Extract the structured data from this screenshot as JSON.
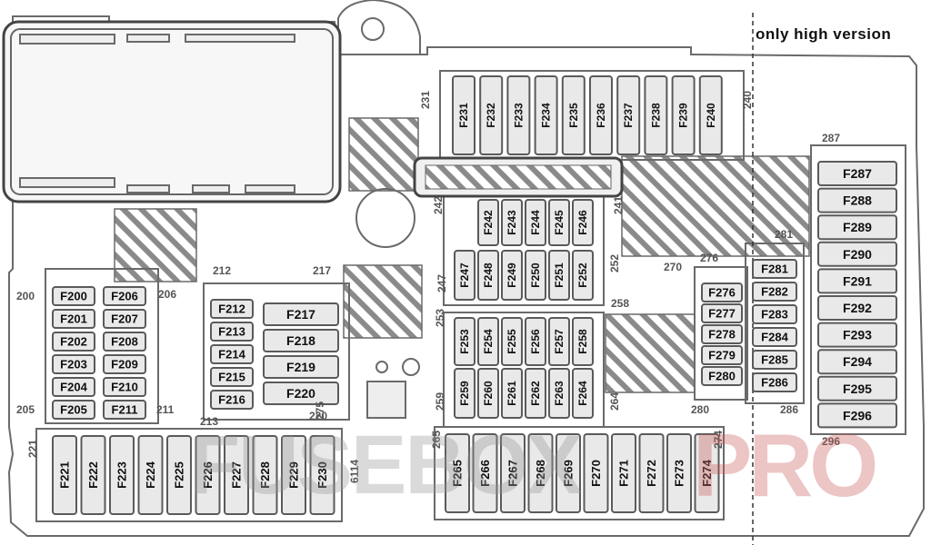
{
  "note": "only high version",
  "watermark": {
    "part1": "FUSEBOX",
    "part2": "PRO"
  },
  "colors": {
    "fuse_fill": "#e9e9e9",
    "outline": "#5a5a5a",
    "accent": "#c85a5a"
  },
  "fuse_groups": [
    {
      "id": "f231-240",
      "orient": "v",
      "labels": [
        "F231",
        "F232",
        "F233",
        "F234",
        "F235",
        "F236",
        "F237",
        "F238",
        "F239",
        "F240"
      ]
    },
    {
      "id": "f242-246",
      "orient": "v",
      "labels": [
        "F242",
        "F243",
        "F244",
        "F245",
        "F246"
      ]
    },
    {
      "id": "f247-252",
      "orient": "v",
      "labels": [
        "F247",
        "F248",
        "F249",
        "F250",
        "F251",
        "F252"
      ]
    },
    {
      "id": "f253-258",
      "orient": "v",
      "labels": [
        "F253",
        "F254",
        "F255",
        "F256",
        "F257",
        "F258"
      ]
    },
    {
      "id": "f259-264",
      "orient": "v",
      "labels": [
        "F259",
        "F260",
        "F261",
        "F262",
        "F263",
        "F264"
      ]
    },
    {
      "id": "f221-230",
      "orient": "v",
      "labels": [
        "F221",
        "F222",
        "F223",
        "F224",
        "F225",
        "F226",
        "F227",
        "F228",
        "F229",
        "F230"
      ]
    },
    {
      "id": "f265-274",
      "orient": "v",
      "labels": [
        "F265",
        "F266",
        "F267",
        "F268",
        "F269",
        "F270",
        "F271",
        "F272",
        "F273",
        "F274"
      ]
    },
    {
      "id": "f200-205",
      "orient": "h",
      "labels": [
        "F200",
        "F201",
        "F202",
        "F203",
        "F204",
        "F205"
      ]
    },
    {
      "id": "f206-211",
      "orient": "h",
      "labels": [
        "F206",
        "F207",
        "F208",
        "F209",
        "F210",
        "F211"
      ]
    },
    {
      "id": "f212-216",
      "orient": "h",
      "labels": [
        "F212",
        "F213",
        "F214",
        "F215",
        "F216"
      ]
    },
    {
      "id": "f217-220",
      "orient": "h",
      "labels": [
        "F217",
        "F218",
        "F219",
        "F220"
      ]
    },
    {
      "id": "f276-280",
      "orient": "h",
      "labels": [
        "F276",
        "F277",
        "F278",
        "F279",
        "F280"
      ]
    },
    {
      "id": "f281-286",
      "orient": "h",
      "labels": [
        "F281",
        "F282",
        "F283",
        "F284",
        "F285",
        "F286"
      ]
    },
    {
      "id": "f287-296",
      "orient": "h",
      "labels": [
        "F287",
        "F288",
        "F289",
        "F290",
        "F291",
        "F292",
        "F293",
        "F294",
        "F295",
        "F296"
      ]
    }
  ],
  "connector_labels": [
    "200",
    "205",
    "206",
    "211",
    "212",
    "213",
    "217",
    "220",
    "221",
    "231",
    "240",
    "241",
    "242",
    "247",
    "252",
    "253",
    "258",
    "259",
    "264",
    "265",
    "270",
    "274",
    "275",
    "276",
    "280",
    "281",
    "286",
    "287",
    "296",
    "6114"
  ]
}
